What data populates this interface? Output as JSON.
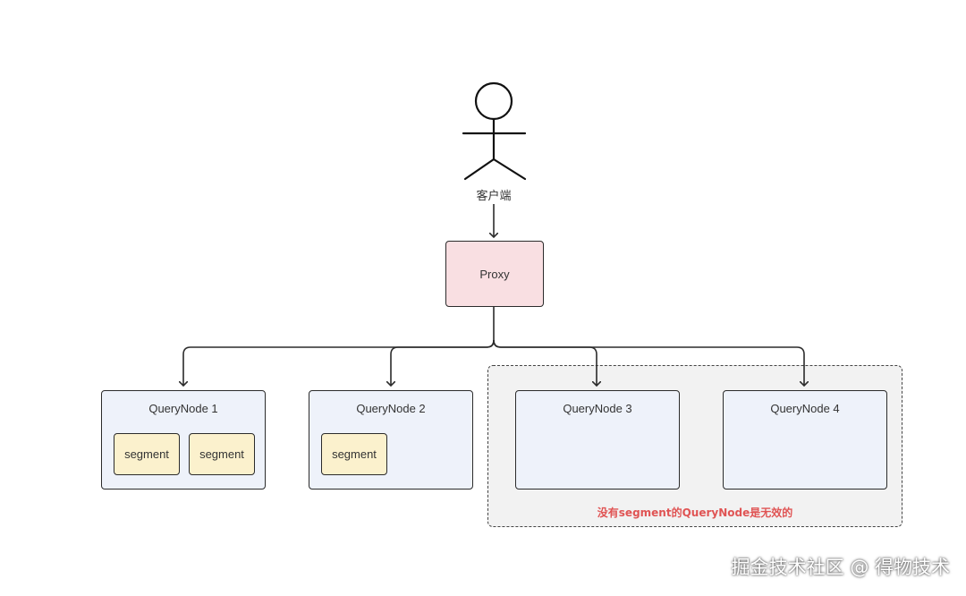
{
  "client": {
    "label": "客户端"
  },
  "proxy": {
    "label": "Proxy"
  },
  "nodes": [
    {
      "title": "QueryNode 1",
      "segments": [
        "segment",
        "segment"
      ]
    },
    {
      "title": "QueryNode 2",
      "segments": [
        "segment"
      ]
    },
    {
      "title": "QueryNode 3",
      "segments": []
    },
    {
      "title": "QueryNode 4",
      "segments": []
    }
  ],
  "group_note": "没有segment的QueryNode是无效的",
  "watermark": "掘金技术社区 @ 得物技术",
  "colors": {
    "proxy_fill": "#f9dfe2",
    "node_fill": "#eef2fa",
    "segment_fill": "#fbf1cd",
    "group_fill": "#f2f2f2",
    "note_text": "#e05454"
  }
}
